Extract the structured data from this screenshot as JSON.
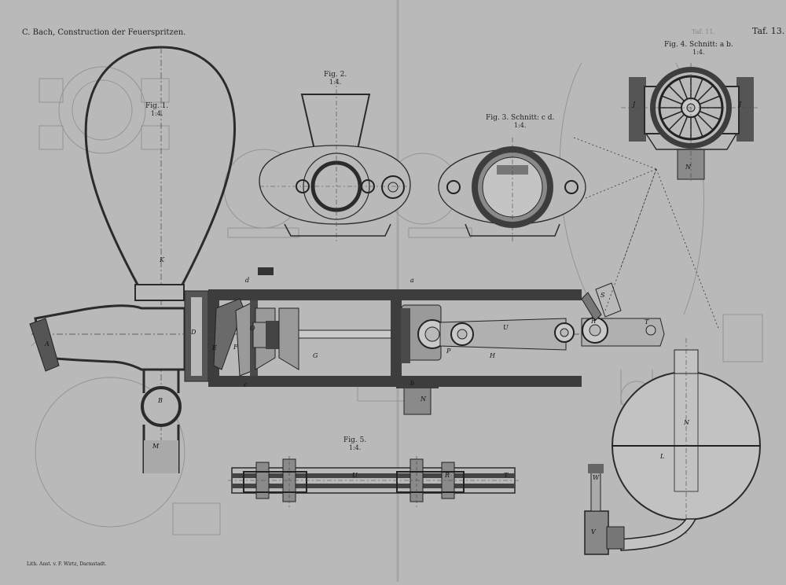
{
  "plate": {
    "header": "C. Bach, Construction der Feuerspritzen.",
    "plate_number": "Taf. 13.",
    "lithographer": "Lith. Anst. v. F. Wirtz, Darmstadt.",
    "bleed_through_text": "Taf. 11."
  },
  "figures": [
    {
      "id": "fig1",
      "title": "Fig. 1.",
      "scale": "1:4."
    },
    {
      "id": "fig2",
      "title": "Fig. 2.",
      "scale": "1:4."
    },
    {
      "id": "fig3",
      "title": "Fig. 3. Schnitt: c d.",
      "scale": "1:4."
    },
    {
      "id": "fig4",
      "title": "Fig. 4. Schnitt: a b.",
      "scale": "1:4."
    },
    {
      "id": "fig5",
      "title": "Fig. 5.",
      "scale": "1:4."
    }
  ],
  "labels": {
    "A": "A",
    "B": "B",
    "D": "D",
    "E": "E",
    "F": "F",
    "G": "G",
    "H": "H",
    "J": "J",
    "K": "K",
    "L": "L",
    "M": "M",
    "N": "N",
    "O": "O",
    "P": "P",
    "R": "R",
    "S": "S",
    "T": "T",
    "U": "U",
    "V": "V",
    "W": "W",
    "a": "a",
    "b": "b",
    "c": "c",
    "d": "d"
  },
  "colors": {
    "paper": "#b9b9b9",
    "ink": "#222222",
    "section": "#4a4a4a",
    "faint": "#8e8e8e"
  }
}
